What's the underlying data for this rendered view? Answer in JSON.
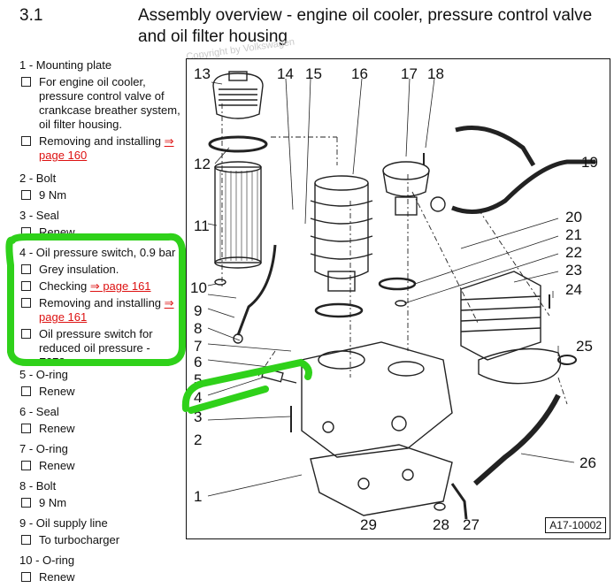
{
  "section": {
    "number": "3.1",
    "title": "Assembly overview - engine oil cooler, pressure control valve and oil filter housing"
  },
  "watermark": "Copyright by Volkswagen",
  "legend": [
    {
      "head": "1 - Mounting plate",
      "subs": [
        {
          "text": "For engine oil cooler, pressure control valve of crankcase breather system, oil filter housing."
        },
        {
          "text": "Removing and installing ",
          "link": "⇒ page 160"
        }
      ]
    },
    {
      "head": "2 - Bolt",
      "subs": [
        {
          "text": "9 Nm"
        }
      ]
    },
    {
      "head": "3 - Seal",
      "subs": [
        {
          "text": "Renew"
        }
      ]
    },
    {
      "head": "4 - Oil pressure switch, 0.9 bar",
      "subs": [
        {
          "text": "Grey insulation."
        },
        {
          "text": "Checking ",
          "link": "⇒ page 161"
        },
        {
          "text": "Removing and installing ",
          "link": "⇒ page 161"
        },
        {
          "text": "Oil pressure switch for reduced oil pressure - F378-"
        }
      ]
    },
    {
      "head": "5 - O-ring",
      "subs": [
        {
          "text": "Renew"
        }
      ]
    },
    {
      "head": "6 - Seal",
      "subs": [
        {
          "text": "Renew"
        }
      ]
    },
    {
      "head": "7 - O-ring",
      "subs": [
        {
          "text": "Renew"
        }
      ]
    },
    {
      "head": "8 - Bolt",
      "subs": [
        {
          "text": "9 Nm"
        }
      ]
    },
    {
      "head": "9 - Oil supply line",
      "subs": [
        {
          "text": "To turbocharger"
        }
      ]
    },
    {
      "head": "10 - O-ring",
      "subs": [
        {
          "text": "Renew"
        }
      ]
    }
  ],
  "diagram": {
    "figure_id": "A17-10002",
    "callouts": [
      "1",
      "2",
      "3",
      "4",
      "5",
      "6",
      "7",
      "8",
      "9",
      "10",
      "11",
      "12",
      "13",
      "14",
      "15",
      "16",
      "17",
      "18",
      "19",
      "20",
      "21",
      "22",
      "23",
      "24",
      "25",
      "26",
      "27",
      "28",
      "29"
    ]
  },
  "colors": {
    "highlight": "#2fd11a",
    "link": "#d11111"
  }
}
